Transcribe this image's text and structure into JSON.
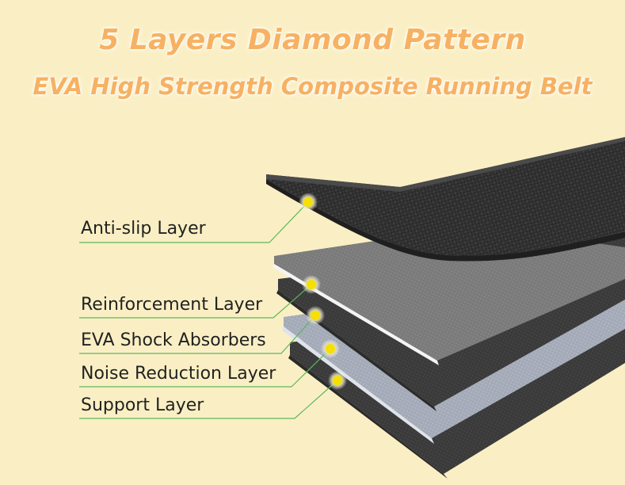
{
  "header": {
    "title": "5 Layers Diamond Pattern",
    "subtitle": "EVA High Strength Composite Running Belt"
  },
  "layers": [
    {
      "label": "Anti-slip Layer"
    },
    {
      "label": "Reinforcement Layer"
    },
    {
      "label": "EVA Shock Absorbers"
    },
    {
      "label": "Noise Reduction Layer"
    },
    {
      "label": "Support Layer"
    }
  ],
  "colors": {
    "background": "#faefc4",
    "title": "#f7b163",
    "leader_line": "#5cb85c",
    "marker": "#f5e000"
  }
}
